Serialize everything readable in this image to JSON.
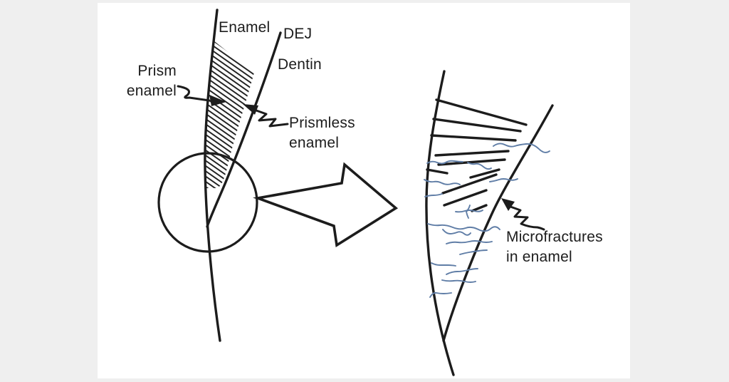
{
  "colors": {
    "background": "#efefef",
    "canvas": "#ffffff",
    "ink": "#1c1c1c",
    "microfracture": "#5f7da6"
  },
  "left_diagram": {
    "labels": {
      "enamel": "Enamel",
      "dej": "DEJ",
      "dentin": "Dentin",
      "prism_enamel": "Prism\nenamel",
      "prismless_enamel": "Prismless\nenamel"
    }
  },
  "right_diagram": {
    "labels": {
      "microfractures": "Microfractures\nin enamel"
    }
  }
}
